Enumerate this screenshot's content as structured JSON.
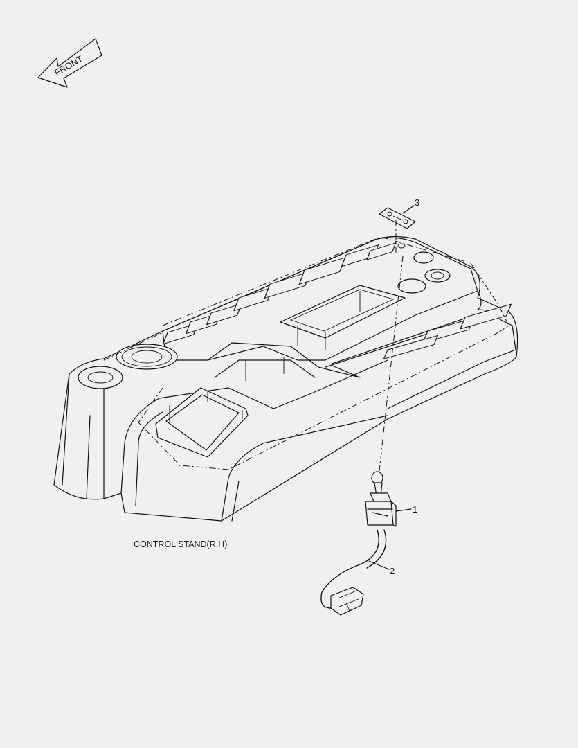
{
  "front_arrow": {
    "label": "FRONT"
  },
  "caption": "CONTROL STAND(R.H)",
  "callouts": [
    {
      "number": "1",
      "part": "switch"
    },
    {
      "number": "2",
      "part": "harness"
    },
    {
      "number": "3",
      "part": "decal"
    }
  ]
}
